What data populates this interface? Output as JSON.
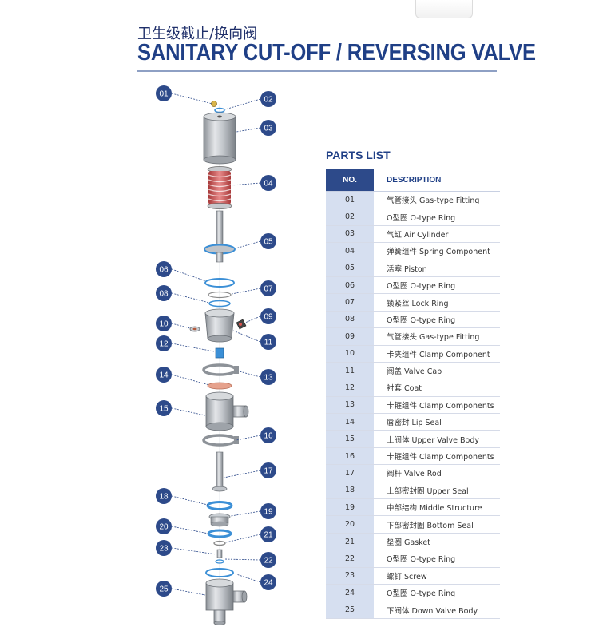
{
  "header": {
    "title_cn": "卫生级截止/换向阀",
    "title_en": "SANITARY CUT-OFF / REVERSING VALVE"
  },
  "parts_list": {
    "title": "PARTS LIST",
    "col_no": "NO.",
    "col_desc": "DESCRIPTION",
    "rows": [
      {
        "no": "01",
        "desc": "气管接头 Gas-type Fitting"
      },
      {
        "no": "02",
        "desc": "O型圈 O-type Ring"
      },
      {
        "no": "03",
        "desc": "气缸 Air Cylinder"
      },
      {
        "no": "04",
        "desc": "弹簧组件 Spring Component"
      },
      {
        "no": "05",
        "desc": "活塞 Piston"
      },
      {
        "no": "06",
        "desc": "O型圈 O-type Ring"
      },
      {
        "no": "07",
        "desc": "锁紧丝 Lock Ring"
      },
      {
        "no": "08",
        "desc": "O型圈 O-type Ring"
      },
      {
        "no": "09",
        "desc": "气管接头 Gas-type Fitting"
      },
      {
        "no": "10",
        "desc": "卡夹组件 Clamp Component"
      },
      {
        "no": "11",
        "desc": "阀盖 Valve Cap"
      },
      {
        "no": "12",
        "desc": "衬套 Coat"
      },
      {
        "no": "13",
        "desc": "卡箍组件 Clamp Components"
      },
      {
        "no": "14",
        "desc": "唇密封 Lip Seal"
      },
      {
        "no": "15",
        "desc": "上阀体 Upper Valve Body"
      },
      {
        "no": "16",
        "desc": "卡箍组件 Clamp Components"
      },
      {
        "no": "17",
        "desc": "阀杆 Valve Rod"
      },
      {
        "no": "18",
        "desc": "上部密封圈 Upper Seal"
      },
      {
        "no": "19",
        "desc": "中部结构 Middle Structure"
      },
      {
        "no": "20",
        "desc": "下部密封圈 Bottom Seal"
      },
      {
        "no": "21",
        "desc": "垫圈 Gasket"
      },
      {
        "no": "22",
        "desc": "O型圈 O-type Ring"
      },
      {
        "no": "23",
        "desc": "螺钉 Screw"
      },
      {
        "no": "24",
        "desc": "O型圈 O-type Ring"
      },
      {
        "no": "25",
        "desc": "下阀体 Down Valve Body"
      }
    ]
  },
  "callouts": [
    "01",
    "02",
    "03",
    "04",
    "05",
    "06",
    "07",
    "08",
    "09",
    "10",
    "11",
    "12",
    "13",
    "14",
    "15",
    "16",
    "17",
    "18",
    "19",
    "20",
    "21",
    "22",
    "23",
    "24",
    "25"
  ],
  "colors": {
    "callout_fill": "#2d4a8a",
    "title": "#1f3f86",
    "header_cell": "#2d4a8a",
    "no_cell": "#d6dff0",
    "seal_blue": "#3b8fd6",
    "spring_red": "#c94c4c",
    "metal": "#b8bcc2"
  }
}
